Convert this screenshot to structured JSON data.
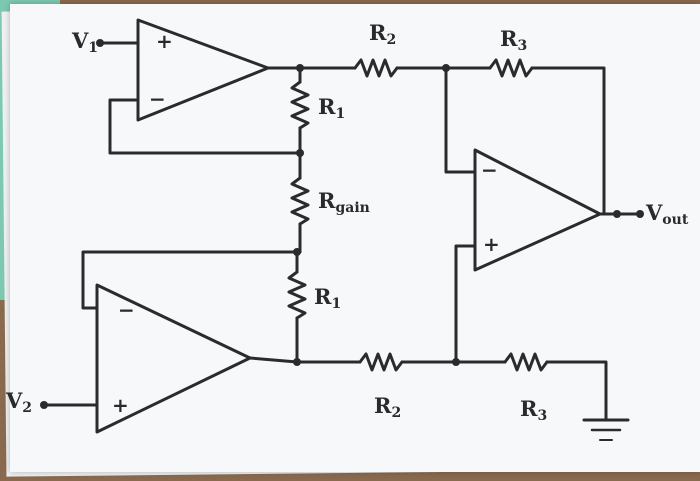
{
  "labels": {
    "v1": "V",
    "v1_sub": "1",
    "v2": "V",
    "v2_sub": "2",
    "r2_top": "R",
    "r2_top_sub": "2",
    "r3_top": "R",
    "r3_top_sub": "3",
    "r1_top": "R",
    "r1_top_sub": "1",
    "rgain": "R",
    "rgain_sub": "gain",
    "r1_bottom": "R",
    "r1_bottom_sub": "1",
    "r2_bottom": "R",
    "r2_bottom_sub": "2",
    "r3_bottom": "R",
    "r3_bottom_sub": "3",
    "vout": "V",
    "vout_sub": "out"
  },
  "pin_signs": {
    "plus": "+",
    "minus": "−"
  },
  "colors": {
    "wire": "#2b2b2b",
    "paper": "#f7f8fa"
  }
}
